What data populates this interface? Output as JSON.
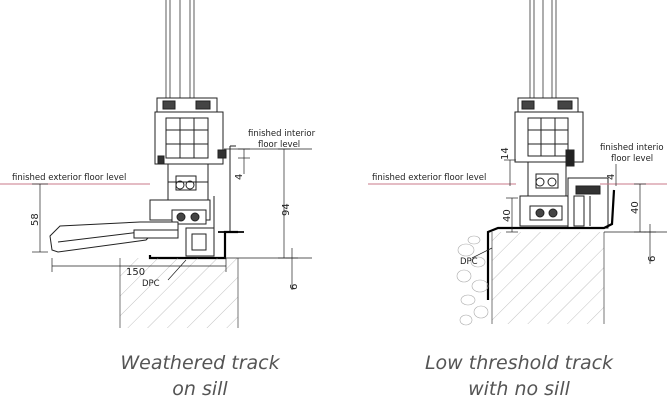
{
  "left_panel": {
    "labels": {
      "interior_line1": "finished interior",
      "interior_line2": "floor level",
      "exterior": "finished exterior floor level",
      "dpc": "DPC"
    },
    "dimensions": {
      "d58": "58",
      "d4": "4",
      "d94": "94",
      "d150": "150",
      "d6": "6"
    },
    "caption_line1": "Weathered track",
    "caption_line2": "on sill"
  },
  "right_panel": {
    "labels": {
      "interior_line1": "finished interio",
      "interior_line2": "floor level",
      "exterior": "finished exterior floor level",
      "dpc": "DPC"
    },
    "dimensions": {
      "d14": "14",
      "d4": "4",
      "d40_left": "40",
      "d40_right": "40",
      "d6": "6"
    },
    "caption_line1": "Low threshold track",
    "caption_line2": "with no sill"
  },
  "colors": {
    "line": "#222222",
    "floor_level_line": "#c97a8a",
    "caption": "#555555"
  }
}
